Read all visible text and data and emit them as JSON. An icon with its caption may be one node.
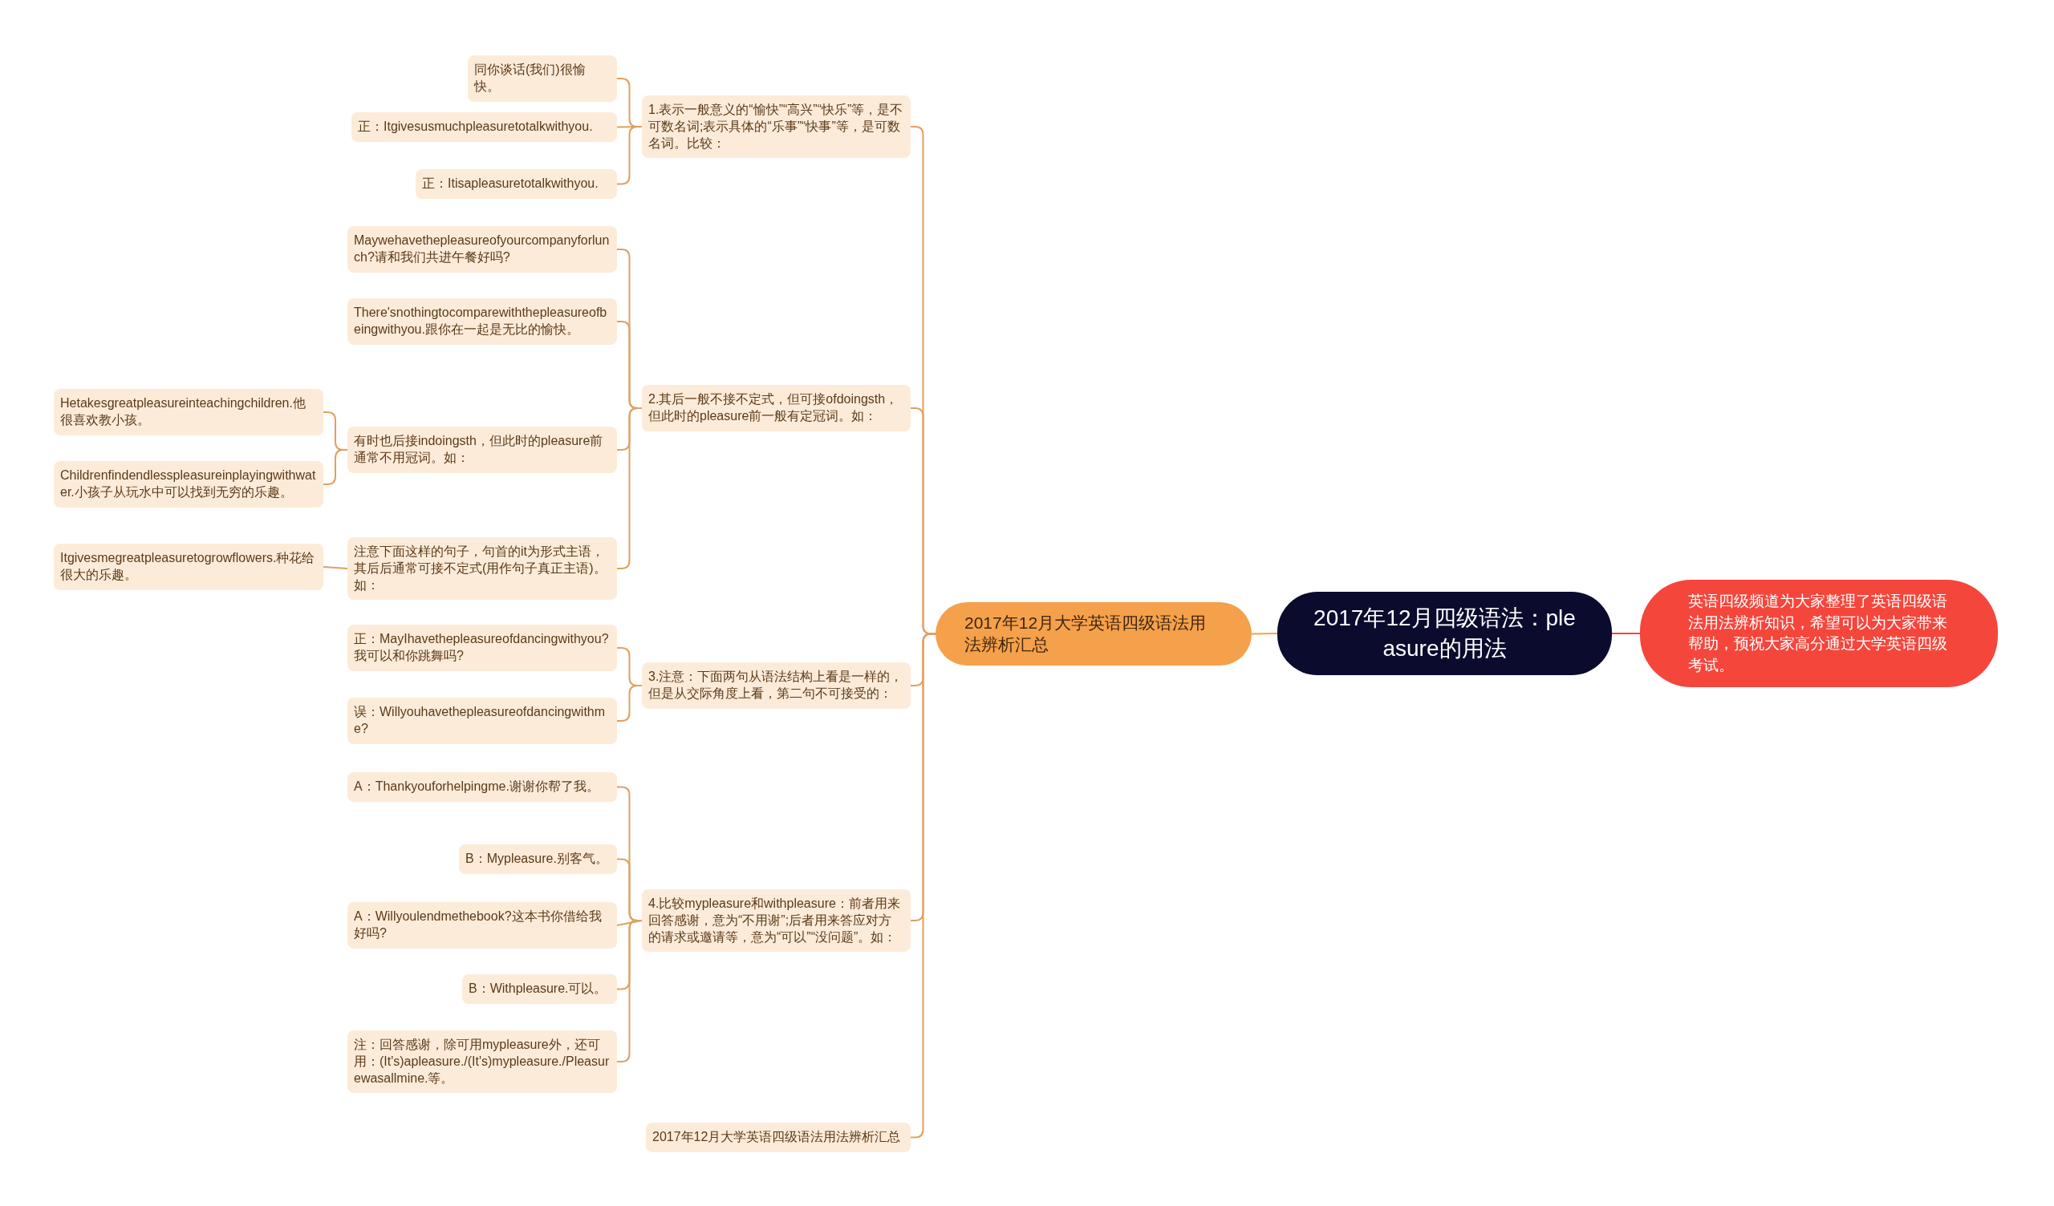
{
  "diagram": {
    "nodes": [
      {
        "text": [
          "2017年12月四级语法：pleasure的用法"
        ]
      },
      {
        "text": [
          "英语四级频道为大家整理了英语四级语法用法辨析知识，希望可以为大家带来帮助，预祝大家高分通过大学英语四级考试。"
        ]
      },
      {
        "text": [
          "2017年12月大学英语四级语法用法辨析汇总"
        ]
      },
      {
        "text": [
          "1.表示一般意义的“愉快”“高兴”“快乐”等，是不可数名词;表示具体的“乐事”“快事”等，是可数名词。比较："
        ]
      },
      {
        "text": [
          "同你谈话(我们)很愉快。"
        ]
      },
      {
        "text": [
          "正：Itgivesusmuchpleasuretotalkwithyou."
        ]
      },
      {
        "text": [
          "正：Itisapleasuretotalkwithyou."
        ]
      },
      {
        "text": [
          "2.其后一般不接不定式，但可接ofdoingsth，但此时的pleasure前一般有定冠词。如："
        ]
      },
      {
        "text": [
          "Maywehavethepleasureofyourcompanyforlunch?请和我们共进午餐好吗?"
        ]
      },
      {
        "text": [
          "There'snothingtocomparewiththepleasureofbeingwithyou.跟你在一起是无比的愉快。"
        ]
      },
      {
        "text": [
          "有时也后接indoingsth，但此时的pleasure前通常不用冠词。如："
        ]
      },
      {
        "text": [
          "Hetakesgreatpleasureinteachingchildren.他很喜欢教小孩。"
        ]
      },
      {
        "text": [
          "Childrenfindendlesspleasureinplayingwithwater.小孩子从玩水中可以找到无穷的乐趣。"
        ]
      },
      {
        "text": [
          "注意下面这样的句子，句首的it为形式主语，其后后通常可接不定式(用作句子真正主语)。如："
        ]
      },
      {
        "text": [
          "Itgivesmegreatpleasuretogrowflowers.种花给很大的乐趣。"
        ]
      },
      {
        "text": [
          "3.注意：下面两句从语法结构上看是一样的，但是从交际角度上看，第二句不可接受的："
        ]
      },
      {
        "text": [
          "正：MayIhavethepleasureofdancingwithyou?我可以和你跳舞吗?"
        ]
      },
      {
        "text": [
          "误：Willyouhavethepleasureofdancingwithme?"
        ]
      },
      {
        "text": [
          "4.比较mypleasure和withpleasure：前者用来回答感谢，意为“不用谢”;后者用来答应对方的请求或邀请等，意为“可以”“没问题”。如："
        ]
      },
      {
        "text": [
          "A：Thankyouforhelpingme.谢谢你帮了我。"
        ]
      },
      {
        "text": [
          "B：Mypleasure.别客气。"
        ]
      },
      {
        "text": [
          "A：Willyoulendmethebook?这本书你借给我好吗?"
        ]
      },
      {
        "text": [
          "B：Withpleasure.可以。"
        ]
      },
      {
        "text": [
          "注：回答感谢，除可用mypleasure外，还可用：(It's)apleasure./(It's)mypleasure./Pleasurewasallmine.等。"
        ]
      },
      {
        "text": [
          "2017年12月大学英语四级语法用法辨析汇总"
        ]
      }
    ],
    "edges": [
      {
        "from": 0,
        "to": 1,
        "arrow": "none",
        "color": "#f5463c"
      },
      {
        "from": 0,
        "to": 2,
        "arrow": "none",
        "color": "#f5a04a"
      },
      {
        "from": 2,
        "to": 3,
        "arrow": "none"
      },
      {
        "from": 2,
        "to": 7,
        "arrow": "none"
      },
      {
        "from": 2,
        "to": 15,
        "arrow": "none"
      },
      {
        "from": 2,
        "to": 18,
        "arrow": "none"
      },
      {
        "from": 2,
        "to": 24,
        "arrow": "none"
      },
      {
        "from": 3,
        "to": 4,
        "arrow": "none"
      },
      {
        "from": 3,
        "to": 5,
        "arrow": "none"
      },
      {
        "from": 3,
        "to": 6,
        "arrow": "none"
      },
      {
        "from": 7,
        "to": 8,
        "arrow": "none"
      },
      {
        "from": 7,
        "to": 9,
        "arrow": "none"
      },
      {
        "from": 7,
        "to": 10,
        "arrow": "none"
      },
      {
        "from": 7,
        "to": 13,
        "arrow": "none"
      },
      {
        "from": 10,
        "to": 11,
        "arrow": "none"
      },
      {
        "from": 10,
        "to": 12,
        "arrow": "none"
      },
      {
        "from": 13,
        "to": 14,
        "arrow": "none"
      },
      {
        "from": 15,
        "to": 16,
        "arrow": "none"
      },
      {
        "from": 15,
        "to": 17,
        "arrow": "none"
      },
      {
        "from": 18,
        "to": 19,
        "arrow": "none"
      },
      {
        "from": 18,
        "to": 20,
        "arrow": "none"
      },
      {
        "from": 18,
        "to": 21,
        "arrow": "none"
      },
      {
        "from": 18,
        "to": 22,
        "arrow": "none"
      },
      {
        "from": 18,
        "to": 23,
        "arrow": "none"
      }
    ]
  }
}
